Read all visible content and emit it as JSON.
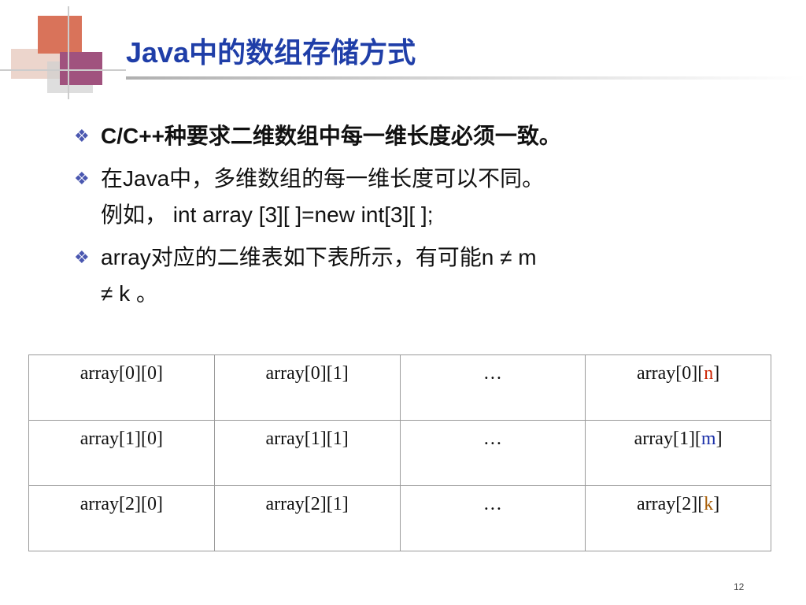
{
  "slide": {
    "title": "Java中的数组存储方式",
    "page_number": "12"
  },
  "bullets": [
    {
      "lines": [
        "C/C++种要求二维数组中每一维长度必须一致。"
      ]
    },
    {
      "lines": [
        "在Java中，多维数组的每一维长度可以不同。",
        "例如， int array [3][ ]=new int[3][ ];"
      ]
    },
    {
      "lines": [
        "array对应的二维表如下表所示，有可能n ≠ m",
        "≠ k 。"
      ]
    }
  ],
  "table": {
    "rows": [
      {
        "cells": [
          "array[0][0]",
          "array[0][1]",
          "…"
        ],
        "last_prefix": "array[0][",
        "last_index": "n",
        "last_suffix": "]"
      },
      {
        "cells": [
          "array[1][0]",
          "array[1][1]",
          "…"
        ],
        "last_prefix": "array[1][",
        "last_index": "m",
        "last_suffix": "]"
      },
      {
        "cells": [
          "array[2][0]",
          "array[2][1]",
          "…"
        ],
        "last_prefix": "array[2][",
        "last_index": "k",
        "last_suffix": "]"
      }
    ],
    "index_colors": {
      "n": "#cc2200",
      "m": "#1a2fa8",
      "k": "#a65a00"
    }
  },
  "icons": {
    "bullet": "diamond-bullet-icon"
  }
}
